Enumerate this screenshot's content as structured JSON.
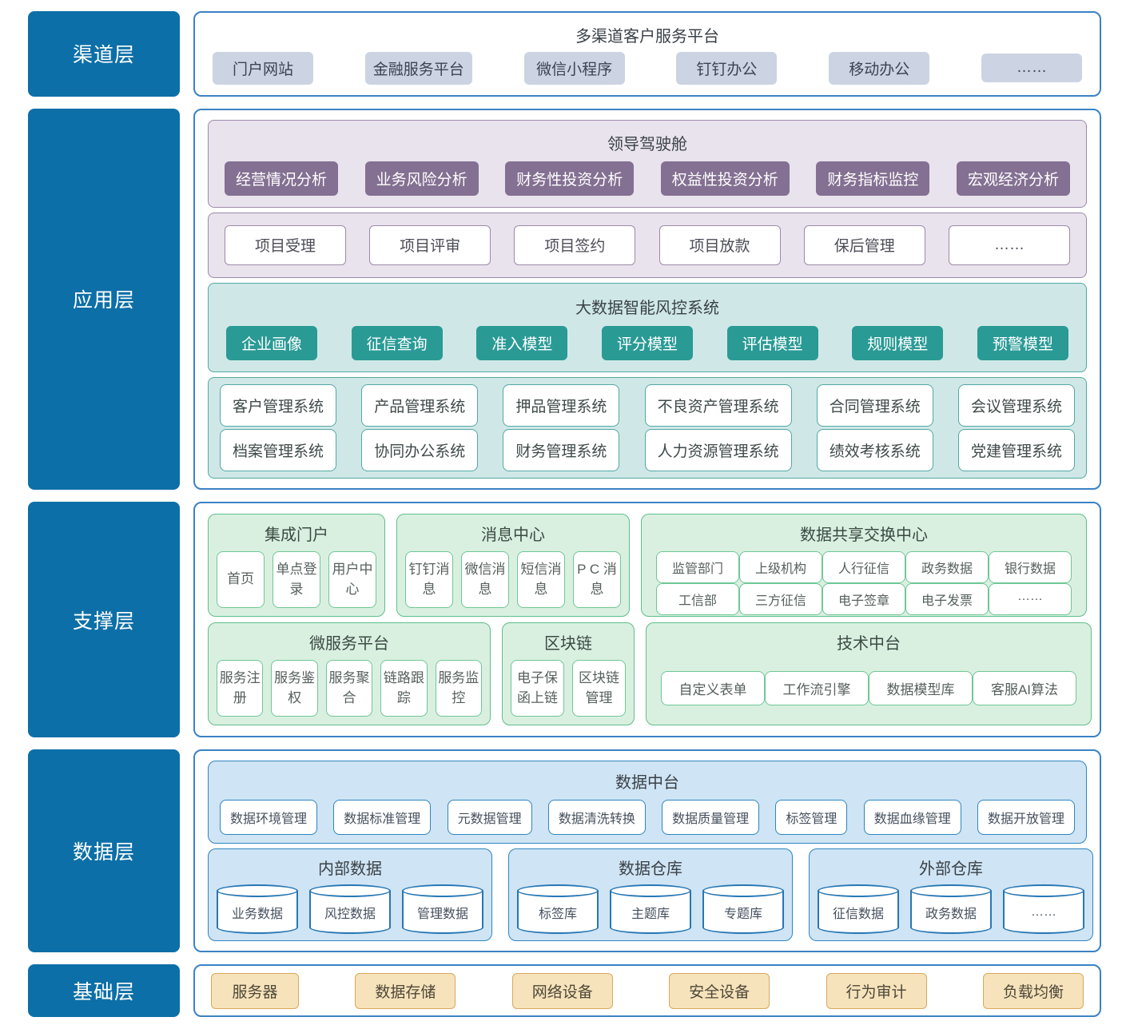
{
  "layers": {
    "channel": {
      "label": "渠道层",
      "platform_title": "多渠道客户服务平台",
      "items": [
        "门户网站",
        "金融服务平台",
        "微信小程序",
        "钉钉办公",
        "移动办公",
        "……"
      ]
    },
    "application": {
      "label": "应用层",
      "cockpit": {
        "title": "领导驾驶舱",
        "items": [
          "经营情况分析",
          "业务风险分析",
          "财务性投资分析",
          "权益性投资分析",
          "财务指标监控",
          "宏观经济分析"
        ]
      },
      "flow": [
        "项目受理",
        "项目评审",
        "项目签约",
        "项目放款",
        "保后管理",
        "……"
      ],
      "risk": {
        "title": "大数据智能风控系统",
        "items": [
          "企业画像",
          "征信查询",
          "准入模型",
          "评分模型",
          "评估模型",
          "规则模型",
          "预警模型"
        ]
      },
      "systems_row1": [
        "客户管理系统",
        "产品管理系统",
        "押品管理系统",
        "不良资产管理系统",
        "合同管理系统",
        "会议管理系统"
      ],
      "systems_row2": [
        "档案管理系统",
        "协同办公系统",
        "财务管理系统",
        "人力资源管理系统",
        "绩效考核系统",
        "党建管理系统"
      ]
    },
    "support": {
      "label": "支撑层",
      "portal": {
        "title": "集成门户",
        "items": [
          "首页",
          "单点登录",
          "用户中心"
        ]
      },
      "message": {
        "title": "消息中心",
        "items": [
          "钉钉消息",
          "微信消息",
          "短信消息",
          "P C 消息"
        ]
      },
      "exchange": {
        "title": "数据共享交换中心",
        "row1": [
          "监管部门",
          "上级机构",
          "人行征信",
          "政务数据",
          "银行数据"
        ],
        "row2": [
          "工信部",
          "三方征信",
          "电子签章",
          "电子发票",
          "……"
        ]
      },
      "microservice": {
        "title": "微服务平台",
        "items": [
          "服务注册",
          "服务鉴权",
          "服务聚合",
          "链路跟踪",
          "服务监控"
        ]
      },
      "blockchain": {
        "title": "区块链",
        "items": [
          "电子保函上链",
          "区块链管理"
        ]
      },
      "tech": {
        "title": "技术中台",
        "items": [
          "自定义表单",
          "工作流引擎",
          "数据模型库",
          "客服AI算法"
        ]
      }
    },
    "data": {
      "label": "数据层",
      "platform": {
        "title": "数据中台",
        "items": [
          "数据环境管理",
          "数据标准管理",
          "元数据管理",
          "数据清洗转换",
          "数据质量管理",
          "标签管理",
          "数据血缘管理",
          "数据开放管理"
        ]
      },
      "internal": {
        "title": "内部数据",
        "items": [
          "业务数据",
          "风控数据",
          "管理数据"
        ]
      },
      "warehouse": {
        "title": "数据仓库",
        "items": [
          "标签库",
          "主题库",
          "专题库"
        ]
      },
      "external": {
        "title": "外部仓库",
        "items": [
          "征信数据",
          "政务数据",
          "……"
        ]
      }
    },
    "infrastructure": {
      "label": "基础层",
      "items": [
        "服务器",
        "数据存储",
        "网络设备",
        "安全设备",
        "行为审计",
        "负载均衡"
      ]
    }
  },
  "colors": {
    "layer_label_bg": "#0d6fa7",
    "wrapper_border": "#3b82c4",
    "channel_chip_bg": "#ccd3e2",
    "purple_section_bg": "#e9e3ed",
    "purple_border": "#9b8aa8",
    "purple_button_bg": "#847092",
    "teal_section_bg": "#cfe8e7",
    "teal_border": "#52a8a4",
    "teal_button_bg": "#2a9a95",
    "green_section_bg": "#d9f0e1",
    "green_border": "#5fbe8a",
    "blue_section_bg": "#cfe4f4",
    "blue_border": "#2e86c0",
    "infra_chip_bg": "#f6e3bb",
    "infra_chip_border": "#d9a85c"
  }
}
